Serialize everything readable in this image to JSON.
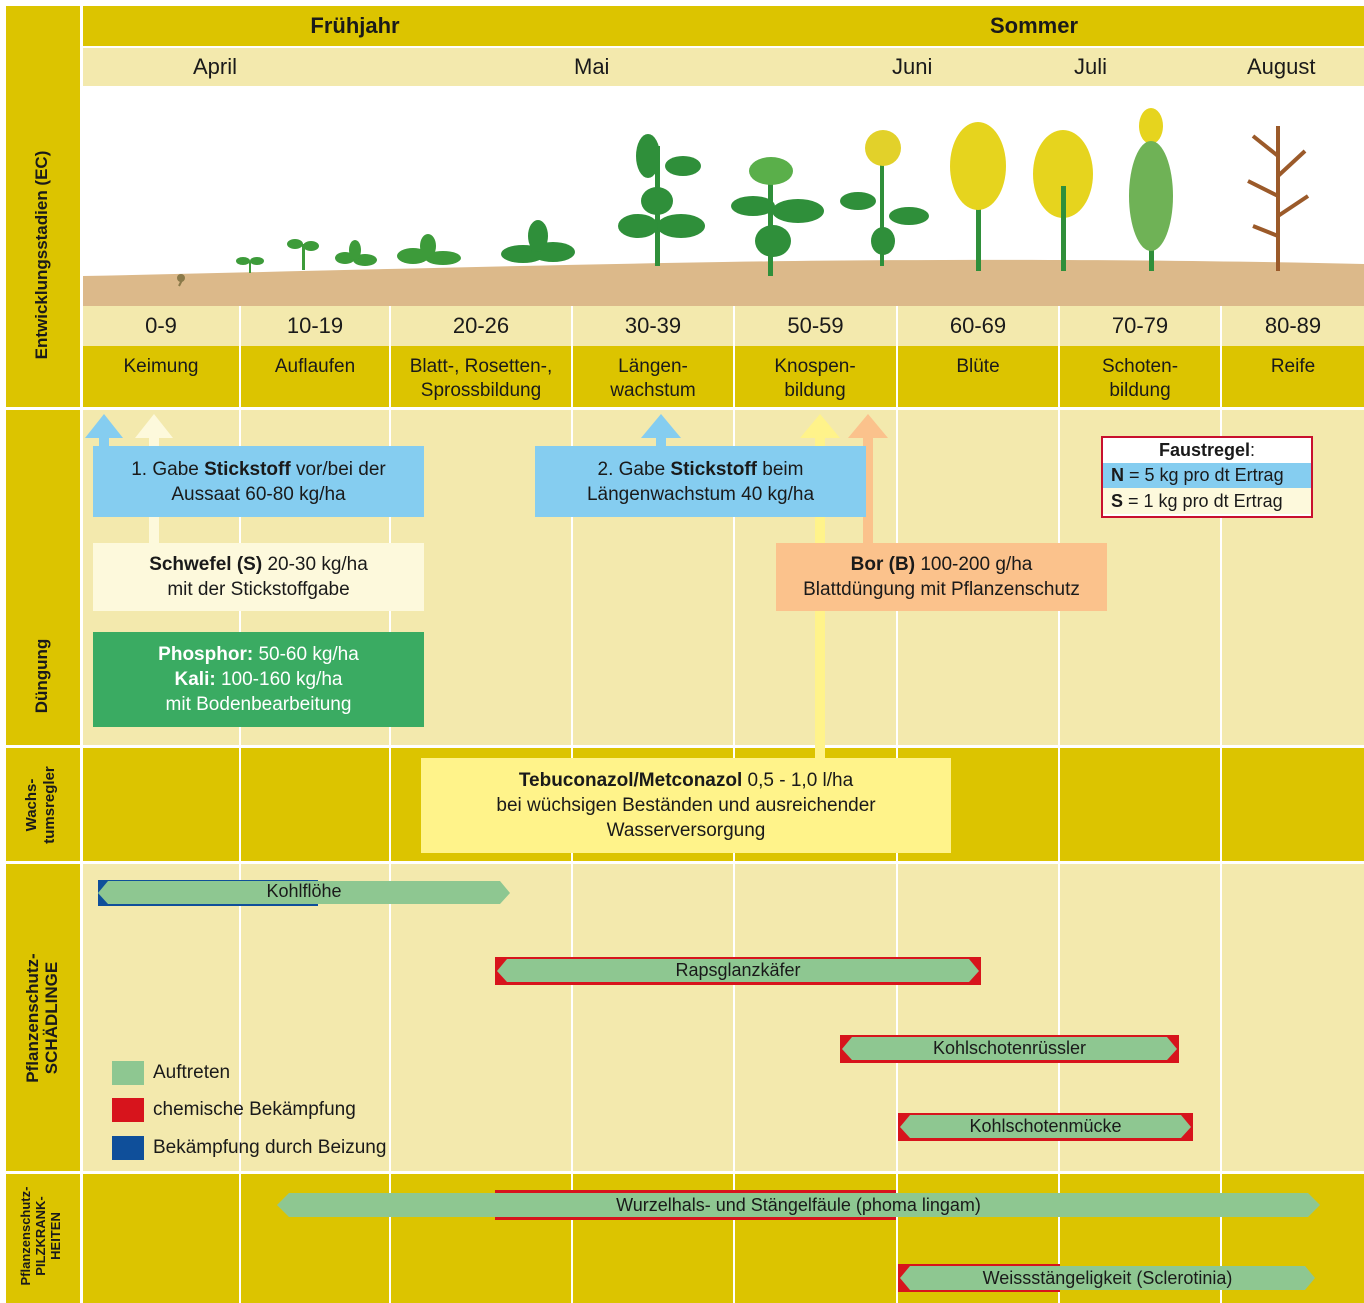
{
  "header": {
    "seasons": [
      "Frühjahr",
      "Sommer"
    ],
    "months": [
      "April",
      "Mai",
      "Juni",
      "Juli",
      "August"
    ]
  },
  "sections": {
    "ec": "Entwicklungsstadien (EC)",
    "duengung": "Düngung",
    "wachstum_1": "Wachs-",
    "wachstum_2": "tumsregler",
    "schaedlinge_1": "Pflanzenschutz-",
    "schaedlinge_2": "SCHÄDLINGE",
    "pilz_1": "Pflanzenschutz-",
    "pilz_2": "PILZKRANK-",
    "pilz_3": "HEITEN"
  },
  "stages": [
    {
      "ec": "0-9",
      "name": "Keimung"
    },
    {
      "ec": "10-19",
      "name": "Auflaufen"
    },
    {
      "ec": "20-26",
      "name": "Blatt-, Rosetten-, Sprossbildung"
    },
    {
      "ec": "30-39",
      "name": "Längen- wachstum"
    },
    {
      "ec": "50-59",
      "name": "Knospen- bildung"
    },
    {
      "ec": "60-69",
      "name": "Blüte"
    },
    {
      "ec": "70-79",
      "name": "Schoten- bildung"
    },
    {
      "ec": "80-89",
      "name": "Reife"
    }
  ],
  "fertilization": {
    "n1": {
      "pre": "1. Gabe ",
      "bold": "Stickstoff",
      "post": " vor/bei der",
      "line2": "Aussaat 60-80 kg/ha"
    },
    "n2": {
      "pre": "2. Gabe ",
      "bold": "Stickstoff",
      "post": " beim",
      "line2": "Längenwachstum 40 kg/ha"
    },
    "s": {
      "bold": "Schwefel (S)",
      "post": " 20-30 kg/ha",
      "line2": "mit der Stickstoffgabe"
    },
    "pk": {
      "bold1": "Phosphor:",
      "post1": " 50-60 kg/ha",
      "bold2": "Kali:",
      "post2": " 100-160 kg/ha",
      "line3": "mit Bodenbearbeitung"
    },
    "bor": {
      "bold": "Bor (B)",
      "post": " 100-200 g/ha",
      "line2": "Blattdüngung mit Pflanzenschutz"
    }
  },
  "faustregel": {
    "title": "Faustregel",
    "colon": ":",
    "n_sym": "N",
    "n_rest": " = 5 kg pro dt Ertrag",
    "s_sym": "S",
    "s_rest": " = 1 kg pro dt Ertrag"
  },
  "regulator": {
    "bold": "Tebuconazol/Metconazol",
    "post": " 0,5 - 1,0 l/ha",
    "line2": "bei wüchsigen Beständen und ausreichender",
    "line3": "Wasserversorgung"
  },
  "pests": [
    {
      "name": "Kohlflöhe"
    },
    {
      "name": "Rapsglanzkäfer"
    },
    {
      "name": "Kohlschotenrüssler"
    },
    {
      "name": "Kohlschotenmücke"
    }
  ],
  "diseases": [
    {
      "name": "Wurzelhals- und Stängelfäule (phoma lingam)"
    },
    {
      "name": "Weissstängeligkeit (Sclerotinia)"
    }
  ],
  "legend": [
    {
      "label": "Auftreten",
      "color": "#8ec791"
    },
    {
      "label": "chemische Bekämpfung",
      "color": "#d7141c"
    },
    {
      "label": "Bekämpfung durch Beizung",
      "color": "#0f4f9a"
    }
  ],
  "colors": {
    "dark_band": "#dcc400",
    "light_band": "#f3e9ad",
    "nitrogen": "#85cdf0",
    "sulfur": "#fdf9dc",
    "phosphor_kali": "#3aab62",
    "bor": "#fbc28c",
    "regulator": "#fff38a",
    "occurrence": "#8ec791",
    "chemical": "#d7141c",
    "seed": "#0f4f9a"
  }
}
